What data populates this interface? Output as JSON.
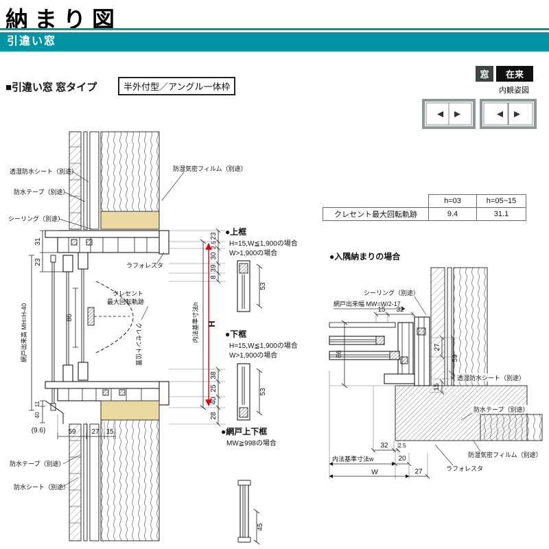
{
  "colors": {
    "accent_teal": "#0095a6",
    "dimension_red": "#e60012",
    "wood_tan": "#ecd9a2"
  },
  "header": {
    "title": "納まり図",
    "subtitle": "引違い窓"
  },
  "subheader": {
    "section": "■引違い窓 窓タイプ",
    "type": "半外付型／アングル一体枠",
    "tag_mado": "窓",
    "tag_zairai": "在来",
    "view_label": "内観姿図"
  },
  "table": {
    "col_h03": "h=03",
    "col_h0515": "h=05~15",
    "row_label": "クレセント最大回転軌跡",
    "val_h03": "9.4",
    "val_h0515": "31.1"
  },
  "left": {
    "lbl_sheet_top": "透湿防水シート（別途）",
    "lbl_tape_top": "防水テープ（別途）",
    "lbl_sealing": "シーリング（別途）",
    "lbl_film": "防湿気密フィルム（別途）",
    "lbl_laforesta": "ラフォレスタ",
    "lbl_crescent_1": "クレセント",
    "lbl_crescent_2": "最大回転軌跡",
    "lbl_crescent_pos": "クレセント位置",
    "lbl_screen_h": "網戸出来高 MH=H-40",
    "lbl_inner_h": "内法基準寸法h",
    "lbl_H": "H",
    "lbl_tape_btm": "防水テープ（別途）",
    "lbl_sheet_btm": "防水シート（別途）",
    "d31": "31",
    "d23a": "23",
    "d86": "86",
    "d11": "11",
    "d40a": "40",
    "d96": "(9.6)",
    "d59": "59",
    "d27": "27",
    "d15": "15",
    "d23b": "23",
    "d25t": "2.5",
    "d30": "30",
    "d39": "39",
    "d8": "8",
    "d38": "38",
    "d25": "25",
    "d40b": "40",
    "d28": "28"
  },
  "middle": {
    "top_title": "●上框",
    "top_c1": "H=15,W≦1,900の場合",
    "top_c2": "W>1,900の場合",
    "top_dim": "53",
    "btm_title": "●下框",
    "btm_c1": "H=15,W≦1,900の場合",
    "btm_c2": "W>1,900の場合",
    "btm_dim": "53",
    "scr_title": "●網戸上下框",
    "scr_c1": "MW≧998の場合",
    "scr_dim": "45"
  },
  "right": {
    "title": "●入隅納まりの場合",
    "lbl_sealing": "シーリング（別途）",
    "lbl_screen_w": "網戸出来幅 MW=W/2-17",
    "lbl_sheet": "透湿防水シート（別途）",
    "lbl_tape": "防水テープ（別途）",
    "lbl_film": "防湿気密フィルム（別途）",
    "lbl_laforesta": "ラフォレスタ",
    "lbl_inner_w": "内法基準寸法w",
    "lbl_W": "W",
    "d15t": "15",
    "d32t": "32",
    "d86": "86",
    "d27a": "27",
    "d59": "59",
    "d15b": "15",
    "d32b": "32",
    "d25": "2.5",
    "d20": "20",
    "d27b": "27"
  }
}
